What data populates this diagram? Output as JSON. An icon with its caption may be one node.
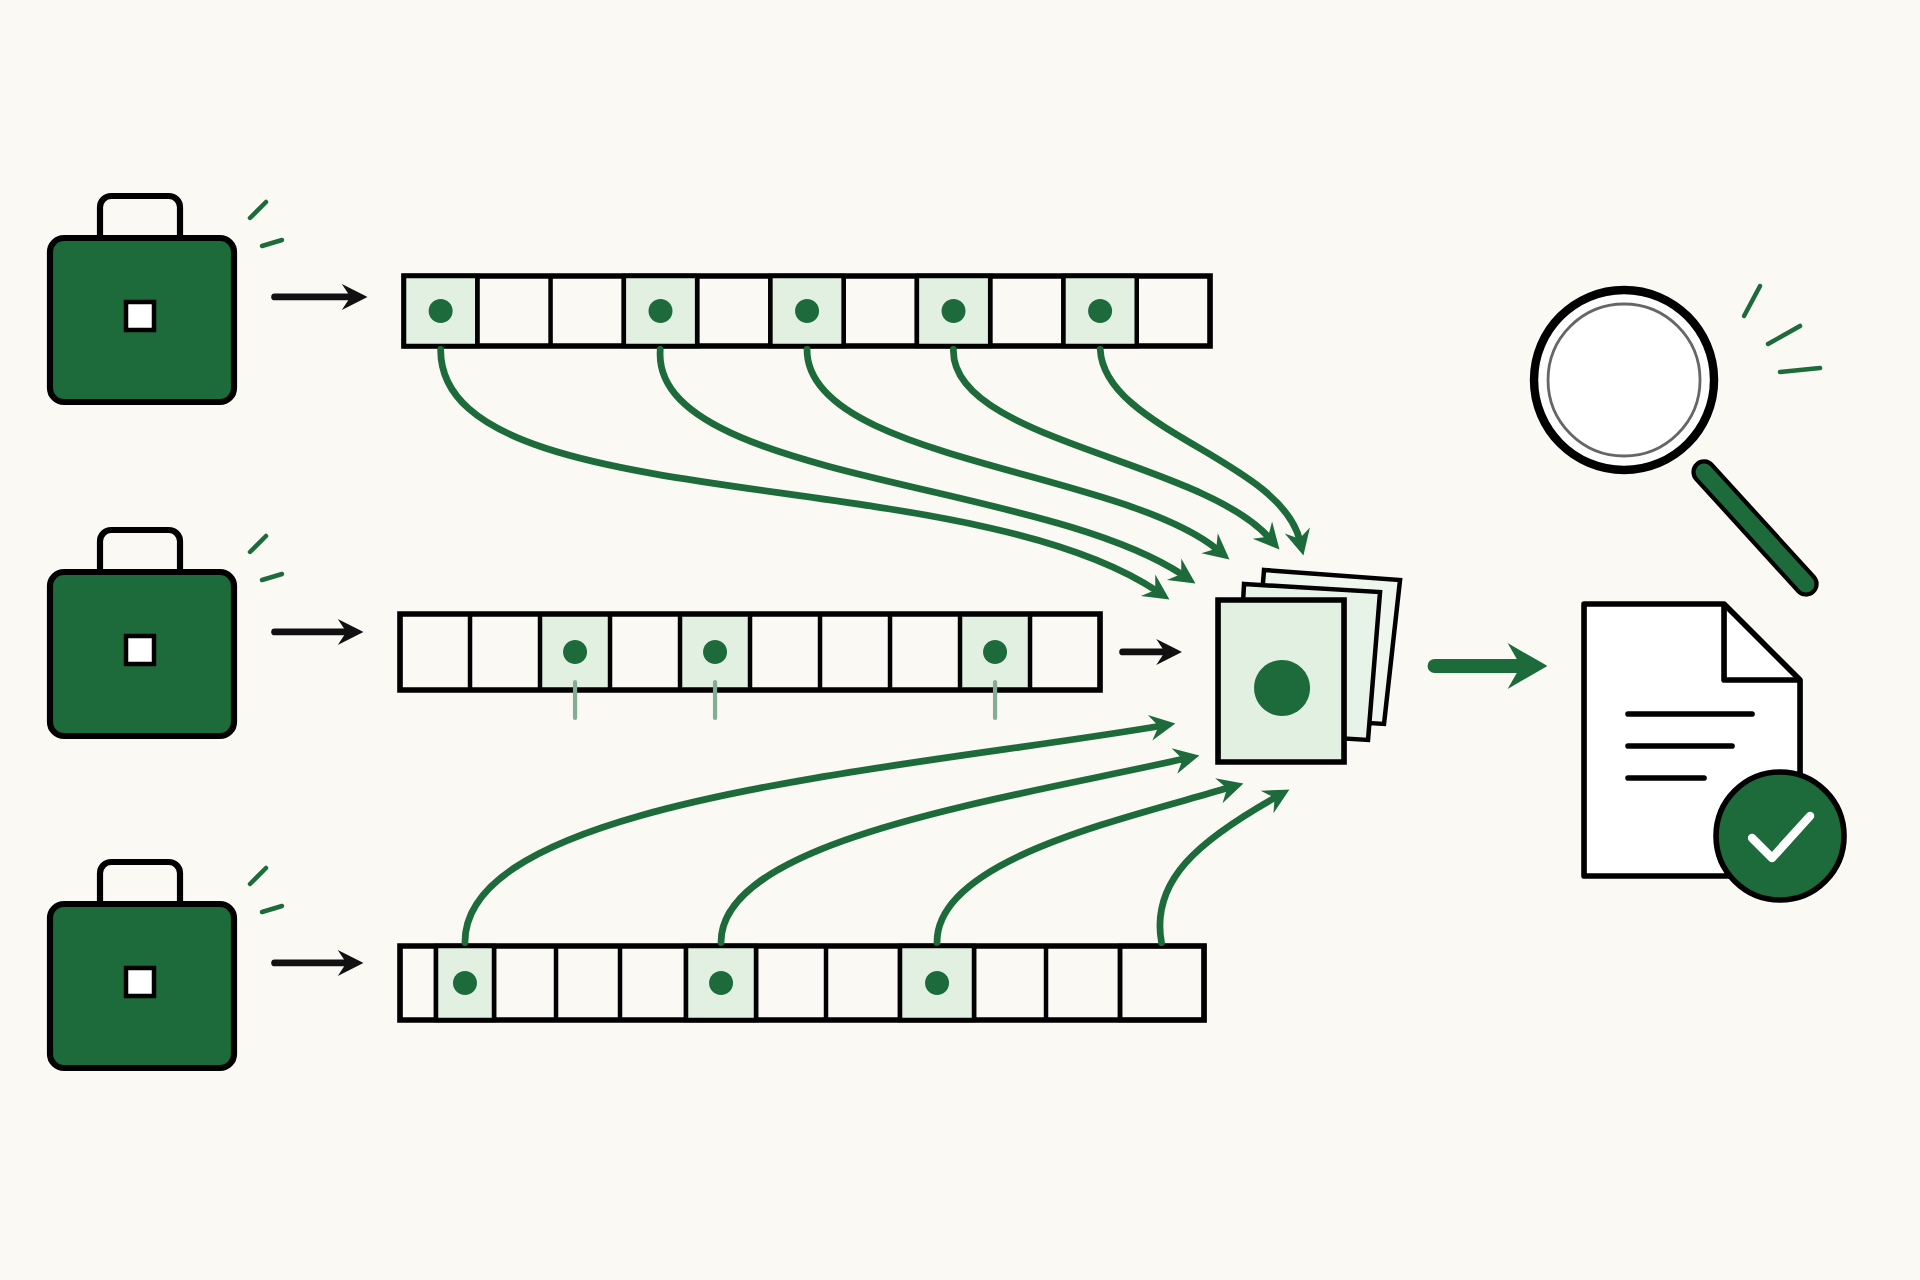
{
  "diagram": {
    "nodes": [
      {
        "text": [],
        "shape": "picture"
      },
      {
        "text": [],
        "shape": "picture"
      },
      {
        "text": [],
        "shape": "picture"
      },
      {
        "text": [],
        "shape": "bar"
      },
      {
        "text": [],
        "shape": "box",
        "in": 3
      },
      {
        "text": [],
        "shape": "box",
        "in": 3
      },
      {
        "text": [],
        "shape": "box",
        "in": 3
      },
      {
        "text": [],
        "shape": "box",
        "in": 3
      },
      {
        "text": [],
        "shape": "box",
        "in": 3
      },
      {
        "text": [],
        "shape": "bar"
      },
      {
        "text": [],
        "shape": "bar"
      },
      {
        "text": [],
        "shape": "box",
        "in": 10
      },
      {
        "text": [],
        "shape": "box",
        "in": 10
      },
      {
        "text": [],
        "shape": "box",
        "in": 10
      },
      {
        "text": [],
        "shape": "box",
        "in": 10
      },
      {
        "text": [],
        "shape": "picture"
      },
      {
        "text": [],
        "shape": "picture"
      },
      {
        "text": [],
        "shape": "picture"
      }
    ],
    "edges": [
      {
        "from": 0,
        "to": 3,
        "arrow": "to",
        "color": "#111111"
      },
      {
        "from": 1,
        "to": 9,
        "arrow": "to",
        "color": "#111111"
      },
      {
        "from": 2,
        "to": 10,
        "arrow": "to",
        "color": "#111111"
      },
      {
        "from": 9,
        "to": 15,
        "arrow": "to",
        "color": "#111111"
      },
      {
        "from": 4,
        "to": 15,
        "arrow": "to"
      },
      {
        "from": 5,
        "to": 15,
        "arrow": "to"
      },
      {
        "from": 6,
        "to": 15,
        "arrow": "to"
      },
      {
        "from": 7,
        "to": 15,
        "arrow": "to"
      },
      {
        "from": 8,
        "to": 15,
        "arrow": "to"
      },
      {
        "from": 11,
        "to": 15,
        "arrow": "to"
      },
      {
        "from": 12,
        "to": 15,
        "arrow": "to"
      },
      {
        "from": 13,
        "to": 15,
        "arrow": "to"
      },
      {
        "from": 14,
        "to": 15,
        "arrow": "to"
      },
      {
        "from": 15,
        "to": 17,
        "arrow": "to",
        "style": "thick"
      }
    ]
  }
}
